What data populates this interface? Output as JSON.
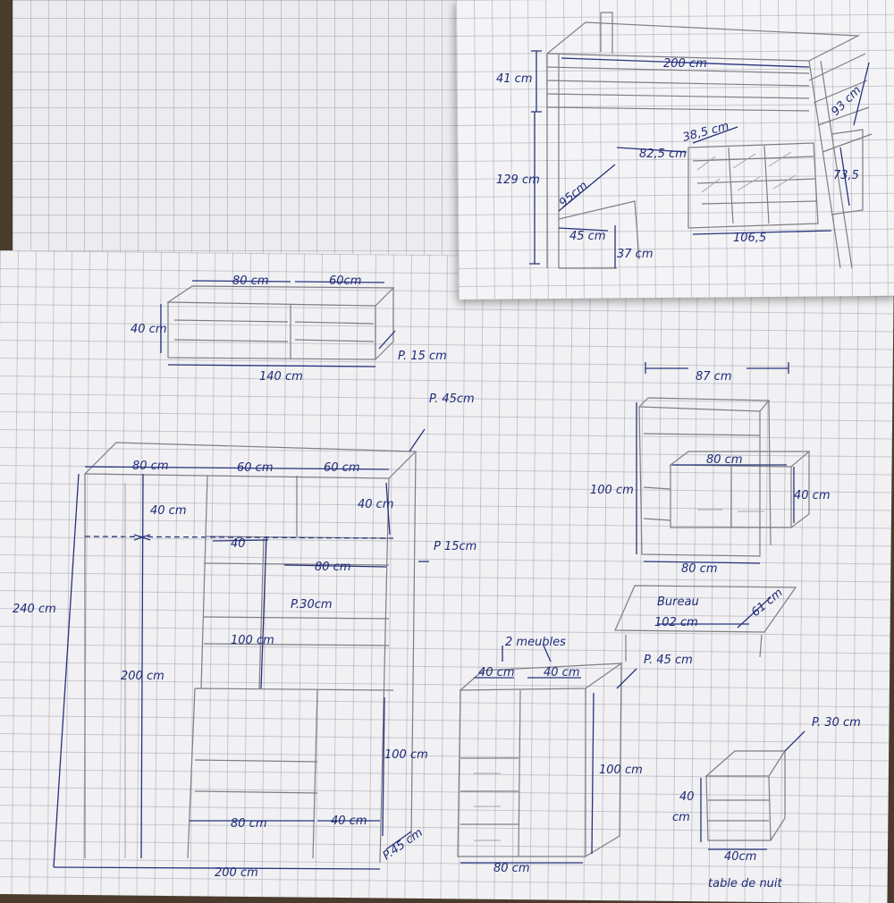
{
  "loft_bed": {
    "length": "200 cm",
    "rail_height": "41 cm",
    "height": "129 cm",
    "ladder": "93 cm",
    "desk_width": "82,5 cm",
    "cube": "38,5 cm",
    "desk_depth": "95cm",
    "step": "45 cm",
    "leg": "37 cm",
    "unit_height": "73,5",
    "shelf_unit": "106,5"
  },
  "wall_shelf": {
    "left_width": "80 cm",
    "right_width": "60cm",
    "height": "40 cm",
    "depth": "P. 15 cm",
    "total": "140 cm"
  },
  "wardrobe": {
    "depth_top": "P. 45cm",
    "w1": "80 cm",
    "w2": "60 cm",
    "w3": "60 cm",
    "top_h_left": "40 cm",
    "top_h_right": "40 cm",
    "inner_w": "40",
    "shelf_depth": "P 15cm",
    "shelf_w": "80 cm",
    "inner_depth": "P.30cm",
    "niche_h": "100 cm",
    "total_height": "240 cm",
    "left_height": "200 cm",
    "lower_h": "100 cm",
    "bottom_w1": "80 cm",
    "bottom_w2": "40 cm",
    "depth_bottom": "P.45 cm",
    "total_width": "200 cm"
  },
  "desk_hutch": {
    "top_width": "87 cm",
    "height": "100 cm",
    "cab_width": "80 cm",
    "cab_height": "40 cm",
    "base_width": "80 cm"
  },
  "desk": {
    "label": "Bureau",
    "width": "102 cm",
    "depth": "61 cm",
    "depth_p": "P. 45 cm"
  },
  "dresser": {
    "label": "2 meubles",
    "w1": "40 cm",
    "w2": "40 cm",
    "height": "100 cm",
    "width": "80 cm"
  },
  "nightstand": {
    "depth": "P. 30 cm",
    "height_num": "40",
    "height_unit": "cm",
    "width": "40cm",
    "label": "table de nuit"
  },
  "colors": {
    "ink": "#1e2a78",
    "pencil": "#7d7d85",
    "paper": "#f1f1f3"
  }
}
